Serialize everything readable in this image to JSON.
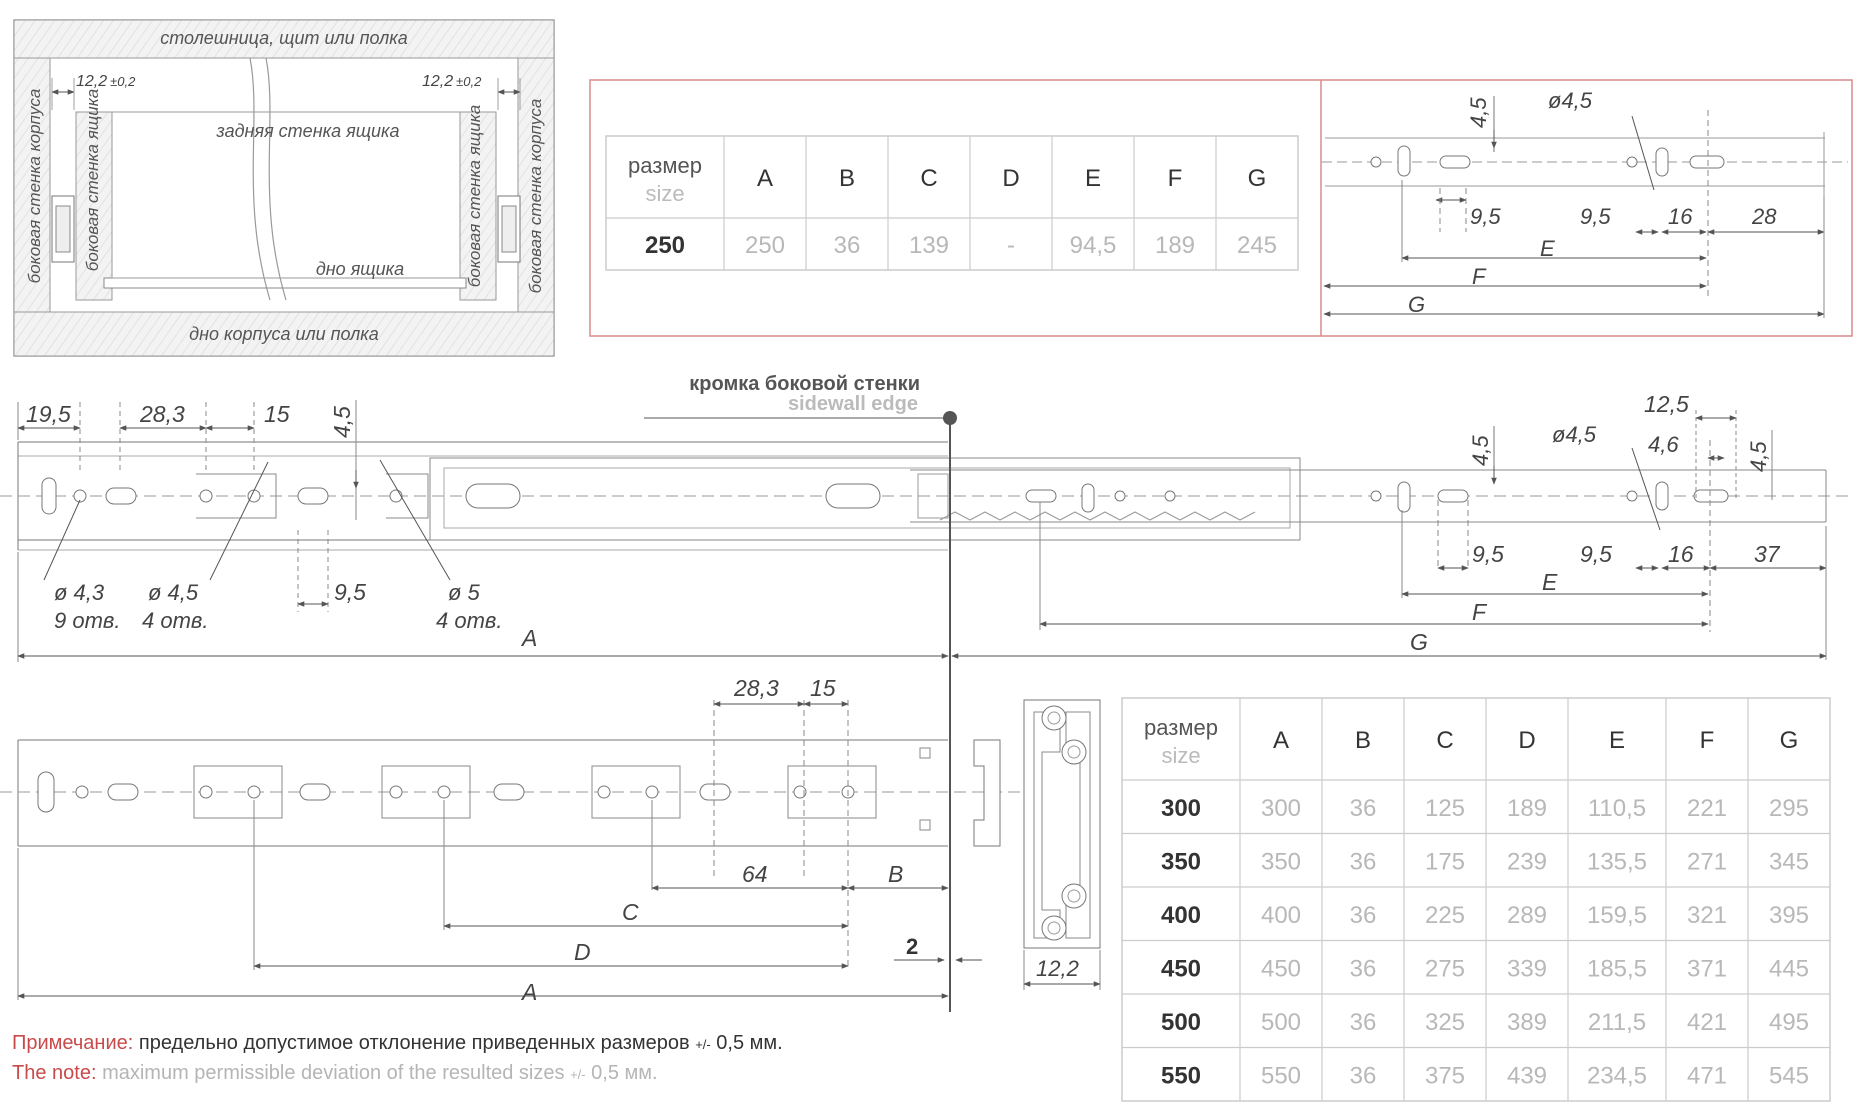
{
  "colors": {
    "accent_red": "#c94a4a",
    "line": "#6e6e6e",
    "light_text": "#b5b5b5",
    "dark_text": "#333333",
    "frame_red": "#d98a8a"
  },
  "inset": {
    "top_label": "столешница, щит или полка",
    "bottom_label": "дно корпуса или полка",
    "back_label": "задняя стенка ящика",
    "bottom_box_label": "дно ящика",
    "left_body_label": "боковая стенка корпуса",
    "left_box_label": "боковая стенка ящика",
    "right_box_label": "боковая стенка ящика",
    "right_body_label": "боковая стенка корпуса",
    "gap_left": "12,2",
    "gap_right": "12,2",
    "gap_tol": "±0,2"
  },
  "small_table": {
    "header_ru": "размер",
    "header_en": "size",
    "columns": [
      "A",
      "B",
      "C",
      "D",
      "E",
      "F",
      "G"
    ],
    "rows": [
      {
        "size": "250",
        "values": [
          "250",
          "36",
          "139",
          "-",
          "94,5",
          "189",
          "245"
        ]
      }
    ]
  },
  "big_table": {
    "header_ru": "размер",
    "header_en": "size",
    "columns": [
      "A",
      "B",
      "C",
      "D",
      "E",
      "F",
      "G"
    ],
    "rows": [
      {
        "size": "300",
        "values": [
          "300",
          "36",
          "125",
          "189",
          "110,5",
          "221",
          "295"
        ]
      },
      {
        "size": "350",
        "values": [
          "350",
          "36",
          "175",
          "239",
          "135,5",
          "271",
          "345"
        ]
      },
      {
        "size": "400",
        "values": [
          "400",
          "36",
          "225",
          "289",
          "159,5",
          "321",
          "395"
        ]
      },
      {
        "size": "450",
        "values": [
          "450",
          "36",
          "275",
          "339",
          "185,5",
          "371",
          "445"
        ]
      },
      {
        "size": "500",
        "values": [
          "500",
          "36",
          "325",
          "389",
          "211,5",
          "421",
          "495"
        ]
      },
      {
        "size": "550",
        "values": [
          "550",
          "36",
          "375",
          "439",
          "234,5",
          "471",
          "545"
        ]
      }
    ]
  },
  "edge": {
    "ru": "кромка боковой стенки",
    "en": "sidewall edge"
  },
  "rail_top": {
    "d1": "19,5",
    "d2": "28,3",
    "d3": "15",
    "d4": "4,5",
    "d5": "9,5",
    "hole1": "ø 4,3",
    "hole1_count": "9 отв.",
    "hole2": "ø 4,5",
    "hole2_count": "4 отв.",
    "hole3": "ø 5",
    "hole3_count": "4 отв.",
    "A": "A"
  },
  "rail_right": {
    "d12_5": "12,5",
    "d4_6": "4,6",
    "d4_5a": "4,5",
    "d4_5b": "4,5",
    "hole": "ø4,5",
    "d9_5a": "9,5",
    "d9_5b": "9,5",
    "d16": "16",
    "d37": "37",
    "E": "E",
    "F": "F",
    "G": "G"
  },
  "detail_250": {
    "d4_5": "4,5",
    "hole": "ø4,5",
    "d9_5a": "9,5",
    "d9_5b": "9,5",
    "d16": "16",
    "d28": "28",
    "E": "E",
    "F": "F",
    "G": "G"
  },
  "rail_bottom": {
    "d28_3": "28,3",
    "d15": "15",
    "d64": "64",
    "B": "B",
    "C": "C",
    "D": "D",
    "A": "A",
    "gap": "2"
  },
  "profile": {
    "width": "12,2"
  },
  "note": {
    "ru_key": "Примечание:",
    "ru_text": "предельно допустимое отклонение приведенных размеров",
    "ru_pm": "+/-",
    "ru_val": "0,5 мм.",
    "en_key": "The note:",
    "en_text": "maximum permissible deviation of the resulted sizes",
    "en_pm": "+/-",
    "en_val": "0,5 мм."
  }
}
